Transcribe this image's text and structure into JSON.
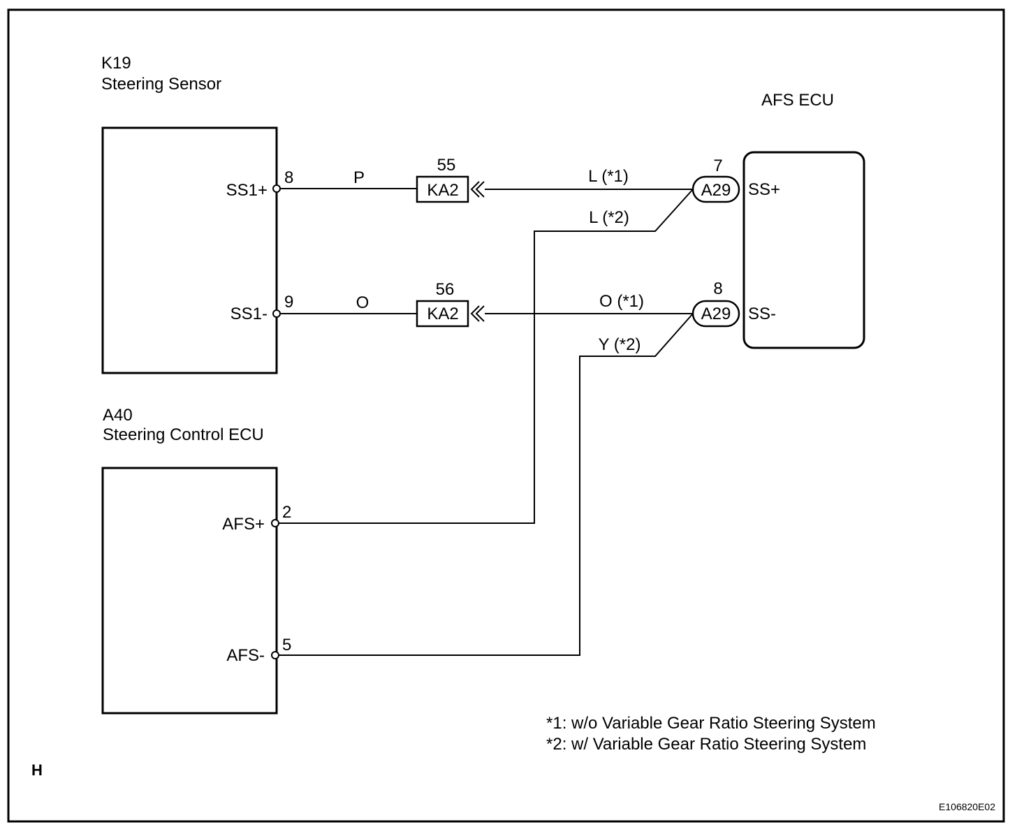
{
  "components": {
    "k19": {
      "id": "K19",
      "name": "Steering Sensor",
      "pins": [
        {
          "label": "SS1+",
          "number": "8"
        },
        {
          "label": "SS1-",
          "number": "9"
        }
      ]
    },
    "a40": {
      "id": "A40",
      "name": "Steering Control ECU",
      "pins": [
        {
          "label": "AFS+",
          "number": "2"
        },
        {
          "label": "AFS-",
          "number": "5"
        }
      ]
    },
    "afs_ecu": {
      "name": "AFS ECU",
      "pins": [
        {
          "label": "SS+",
          "connector": "A29",
          "number": "7"
        },
        {
          "label": "SS-",
          "connector": "A29",
          "number": "8"
        }
      ]
    }
  },
  "junctions": [
    {
      "connector": "KA2",
      "number": "55"
    },
    {
      "connector": "KA2",
      "number": "56"
    }
  ],
  "wires": {
    "k19_ss1p": "P",
    "k19_ss1m": "O",
    "afs_ssp_1": "L (*1)",
    "afs_ssp_2": "L (*2)",
    "afs_ssm_1": "O (*1)",
    "afs_ssm_2": "Y (*2)"
  },
  "notes": [
    "*1: w/o Variable  Gear Ratio Steering System",
    "*2: w/ Variable  Gear Ratio Steering System"
  ],
  "corner_letter": "H",
  "figure_code": "E106820E02"
}
